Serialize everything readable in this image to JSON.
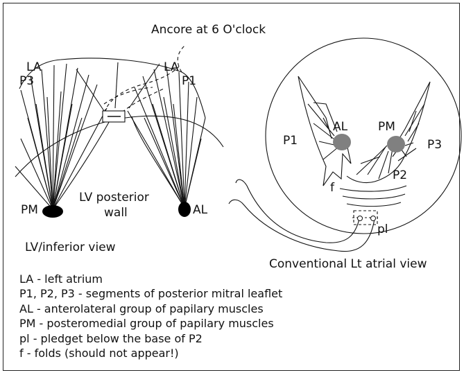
{
  "title": "Ancore at 6 O'clock",
  "left_view": {
    "label_la": "LA",
    "label_p3": "P3",
    "label_la_right": "LA",
    "label_p1": "P1",
    "label_pm": "PM",
    "label_al": "AL",
    "wall_line1": "LV posterior",
    "wall_line2": "wall",
    "caption": "LV/inferior view"
  },
  "right_view": {
    "label_p1": "P1",
    "label_al": "AL",
    "label_pm": "PM",
    "label_p3": "P3",
    "label_p2": "P2",
    "label_f": "f",
    "label_pl": "pl",
    "caption": "Conventional Lt atrial view"
  },
  "legend": [
    "LA - left atrium",
    "P1, P2, P3 - segments of posterior mitral leaflet",
    "AL - anterolateral group of papilary muscles",
    "PM - posteromedial group of papilary muscles",
    "pl - pledget below the base of P2",
    "f - folds (should not appear!)"
  ],
  "colors": {
    "line": "#111111",
    "papillary_gray": "#808080"
  }
}
